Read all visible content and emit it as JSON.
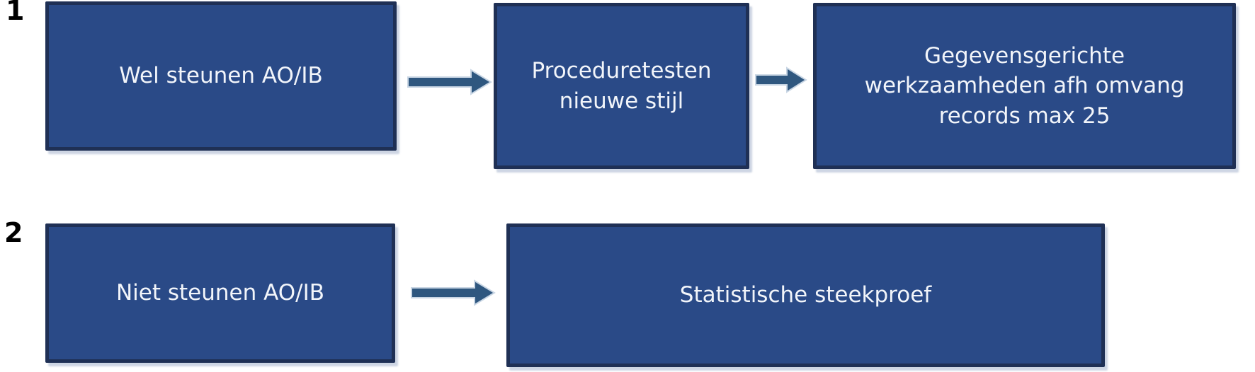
{
  "diagram": {
    "colors": {
      "background": "#ffffff",
      "box_fill": "#2A4A87",
      "box_border": "#1F3055",
      "arrow_fill": "#2F577F",
      "arrow_outline": "#C9D6E4",
      "text_color": "#F2F5FA",
      "label_color": "#000000"
    },
    "rows": [
      {
        "label": "1",
        "nodes": [
          {
            "lines": [
              "Wel steunen AO/IB"
            ]
          },
          {
            "lines": [
              "Proceduretesten",
              "nieuwe stijl"
            ]
          },
          {
            "lines": [
              "Gegevensgerichte",
              "werkzaamheden afh omvang",
              "records max 25"
            ]
          }
        ]
      },
      {
        "label": "2",
        "nodes": [
          {
            "lines": [
              "Niet steunen AO/IB"
            ]
          },
          {
            "lines": [
              "Statistische steekproef"
            ]
          }
        ]
      }
    ]
  }
}
